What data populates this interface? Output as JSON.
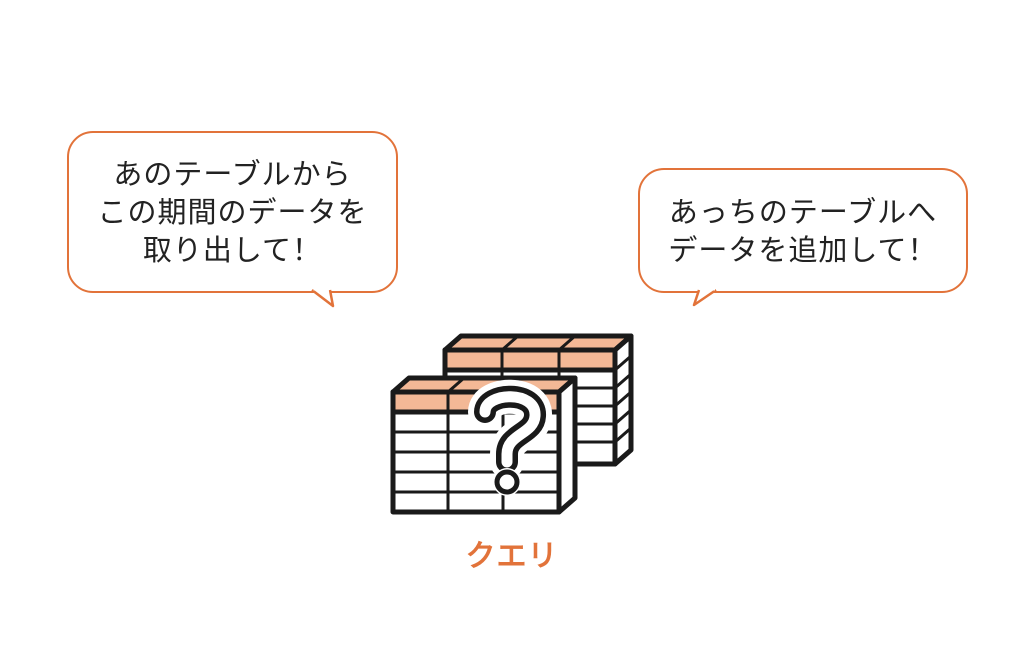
{
  "bubble_left": {
    "lines": [
      "あのテーブルから",
      "この期間のデータを",
      "取り出して！"
    ]
  },
  "bubble_right": {
    "lines": [
      "あっちのテーブルへ",
      "データを追加して！"
    ]
  },
  "query": {
    "label": "クエリ",
    "icon": "table-question-icon"
  },
  "colors": {
    "accent": "#e2733a",
    "header_fill": "#f3b896",
    "outline": "#1a1a1a",
    "text": "#222222"
  }
}
